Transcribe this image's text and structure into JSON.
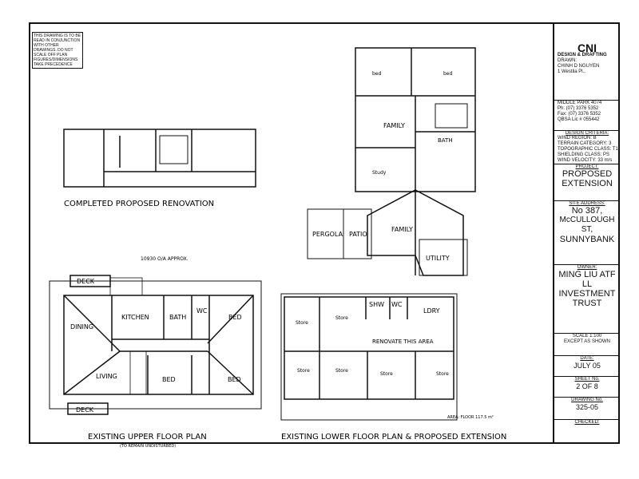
{
  "note": "THIS DRAWING IS TO BE READ IN CONJUNCTION WITH OTHER DRAWINGS. DO NOT SCALE OFF PLAN FIGURES/DIMENSIONS TAKE PRECEDENCE",
  "title_block": {
    "logo": "CNI",
    "company": "DESIGN & DRAFTING",
    "drawn_label": "DRAWN:",
    "drawn_lines": [
      "CHINH D NGUYEN",
      "1 Westlia Pl.,",
      "MIDDLE PARK 4074",
      "Ph: (07) 3376 5352",
      "Fax: (07) 3376 5352",
      "QBSA Lic # 055442"
    ],
    "criteria_label": "DESIGN CRITERIA:",
    "criteria_lines": [
      "WIND REGION: B",
      "TERRAIN CATEGORY: 3",
      "TOPOGRAPHIC CLASS: T1",
      "SHIELDING CLASS: PS",
      "WIND VELOCITY: 33 m/s"
    ],
    "project_label": "PROJECT:",
    "project": [
      "PROPOSED",
      "EXTENSION"
    ],
    "site_label": "SITE ADDRESS:",
    "site": [
      "No 387,",
      "McCULLOUGH ST,",
      "SUNNYBANK"
    ],
    "owner_label": "OWNER:",
    "owner": [
      "MING LIU ATF",
      "LL INVESTMENT",
      "TRUST"
    ],
    "scale_lines": [
      "SCALE 1:100",
      "EXCEPT AS SHOWN"
    ],
    "date_label": "DATE:",
    "date": "JULY 05",
    "sheet_label": "SHEET No.",
    "sheet": "2 OF 8",
    "drawing_label": "DRAWING No.",
    "drawing": "325-05",
    "checked_label": "CHECKED:"
  },
  "plans": {
    "renovation_title": "COMPLETED PROPOSED RENOVATION",
    "upper_title": "EXISTING UPPER FLOOR PLAN",
    "upper_sub": "(TO REMAIN UNDISTURBED)",
    "lower_title": "EXISTING LOWER FLOOR PLAN & PROPOSED EXTENSION",
    "upper_rooms": [
      "DECK",
      "KITCHEN",
      "BATH",
      "WC",
      "BED",
      "DINING",
      "LIVING",
      "BED",
      "BED",
      "DECK"
    ],
    "lower_rooms": [
      "Store",
      "Store",
      "SHW",
      "WC",
      "LDRY",
      "Store",
      "Store",
      "Store",
      "Store"
    ],
    "lower_note": "RENOVATE THIS AREA",
    "extension_rooms": [
      "bed",
      "bed",
      "FAMILY",
      "BATH",
      "Study",
      "FAMILY",
      "PERGOLA",
      "PATIO",
      "UTILITY"
    ],
    "area_label": "AREA: FLOOR 117.5 m²",
    "upper_dim": "10930 O/A APPROX."
  }
}
